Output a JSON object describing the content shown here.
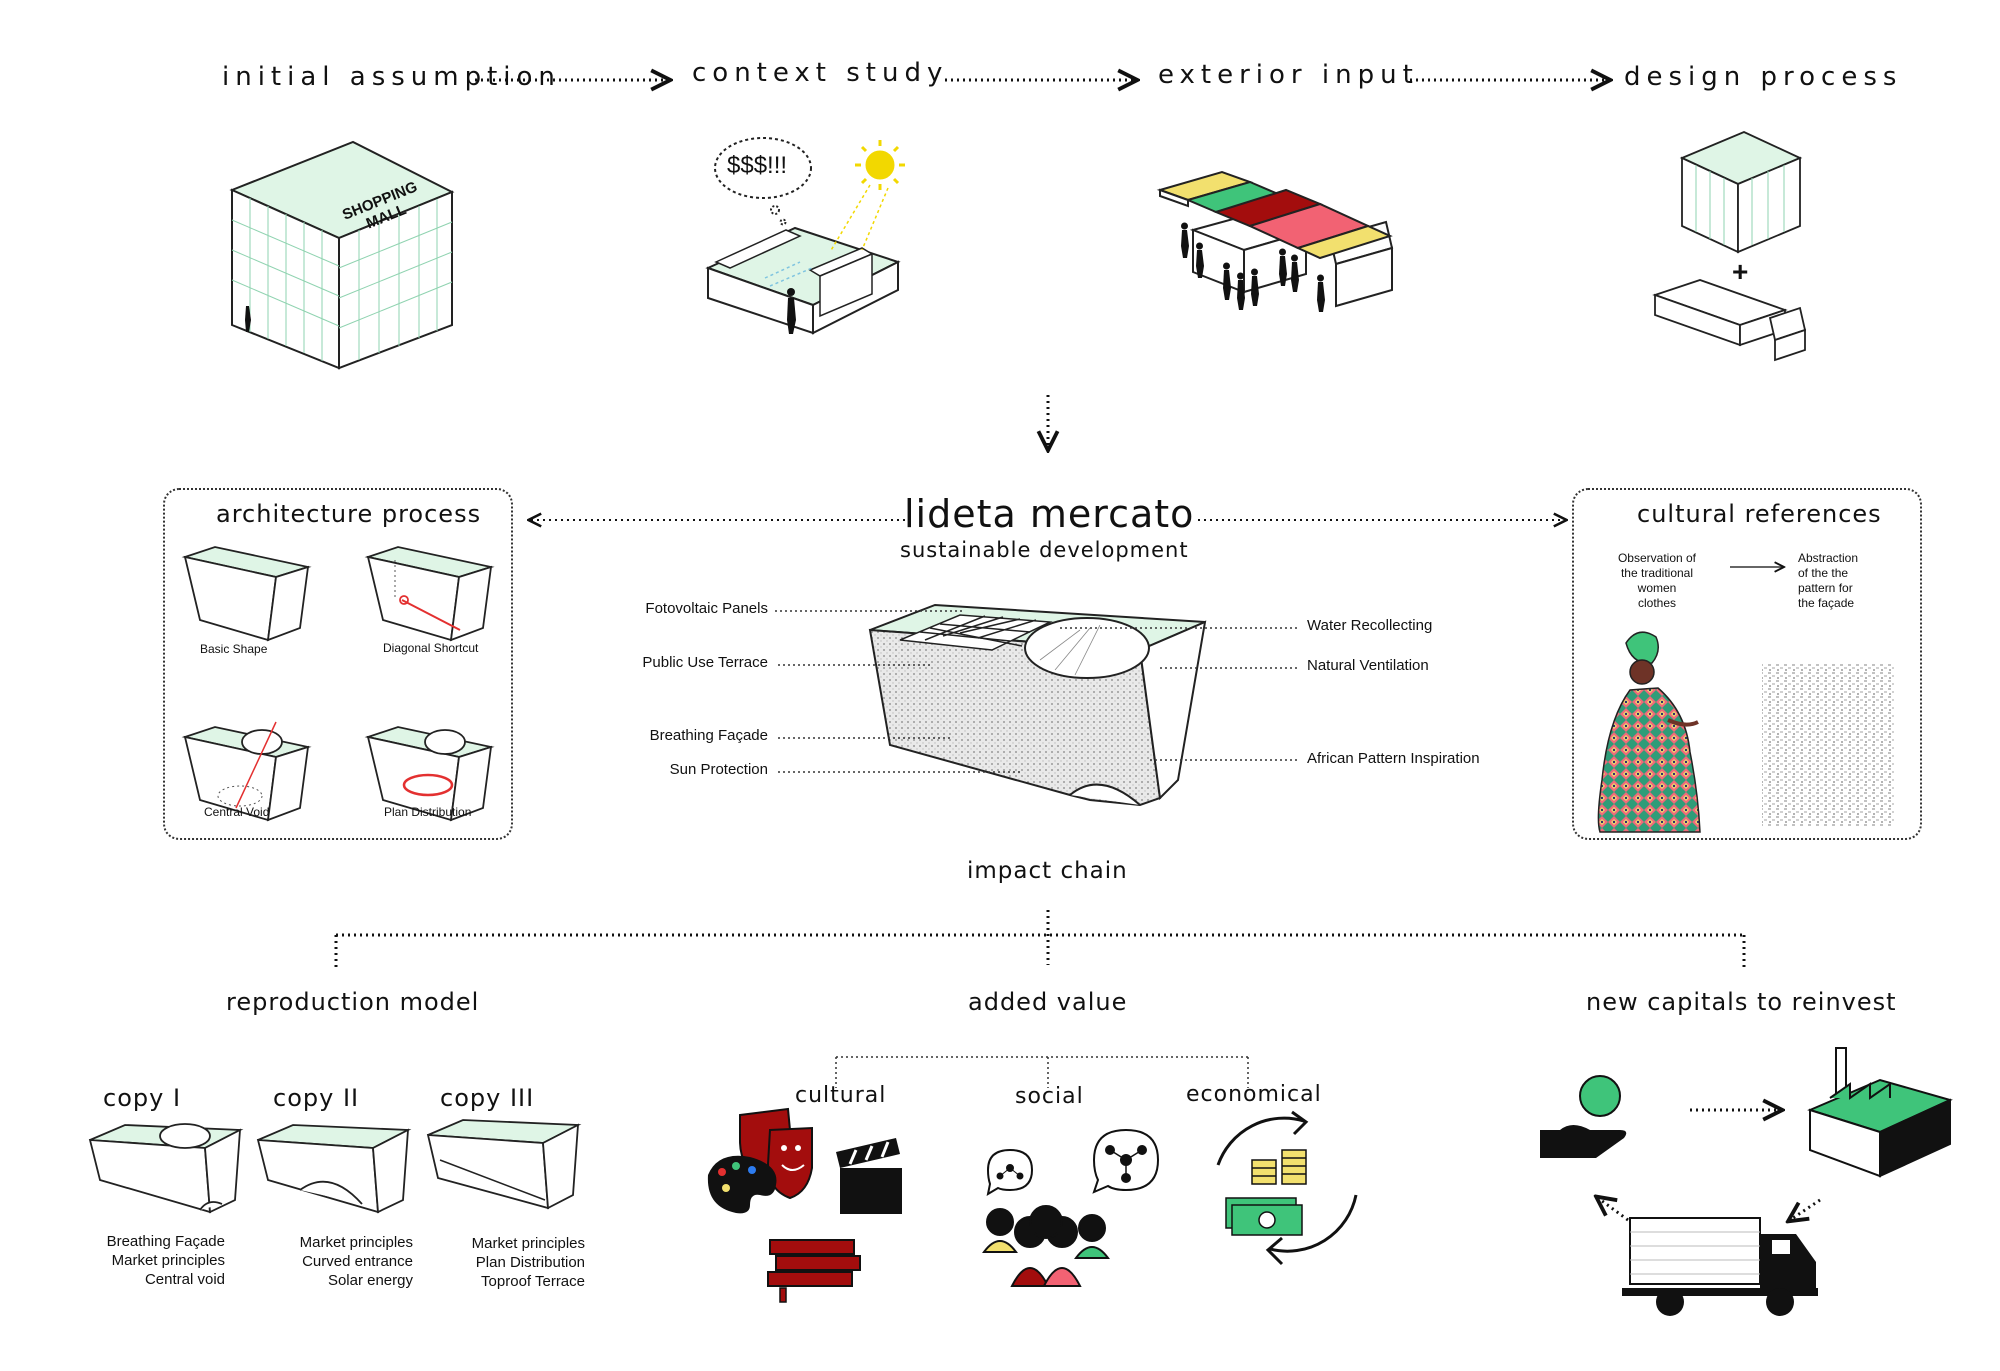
{
  "process": {
    "stages": [
      "initial assumption",
      "context study",
      "exterior input",
      "design process"
    ],
    "mall_sign": [
      "SHOPPING",
      "MALL"
    ],
    "money_bubble": "$$$!!!",
    "plus": "+"
  },
  "architecture_process": {
    "title": "architecture process",
    "steps": [
      "Basic Shape",
      "Diagonal Shortcut",
      "Central Void",
      "Plan Distribution"
    ]
  },
  "project": {
    "title": "lideta mercato",
    "subtitle": "sustainable development",
    "left_labels": [
      "Fotovoltaic Panels",
      "Public Use Terrace",
      "Breathing Façade",
      "Sun Protection"
    ],
    "right_labels": [
      "Water Recollecting",
      "Natural Ventilation",
      "African Pattern Inspiration"
    ]
  },
  "cultural_references": {
    "title": "cultural references",
    "observation": [
      "Observation of",
      "the traditional",
      "women",
      "clothes"
    ],
    "abstraction": [
      "Abstraction",
      "of the the",
      "pattern for",
      "the façade"
    ]
  },
  "impact_chain": {
    "title": "impact chain",
    "branches": [
      "reproduction model",
      "added value",
      "new capitals to reinvest"
    ]
  },
  "reproduction_model": {
    "copies": [
      {
        "title": "copy I",
        "lines": [
          "Breathing Façade",
          "Market principles",
          "Central void"
        ]
      },
      {
        "title": "copy II",
        "lines": [
          "Market principles",
          "Curved entrance",
          "Solar energy"
        ]
      },
      {
        "title": "copy III",
        "lines": [
          "Market principles",
          "Plan Distribution",
          "Toproof Terrace"
        ]
      }
    ]
  },
  "added_value": {
    "categories": [
      "cultural",
      "social",
      "economical"
    ]
  },
  "colors": {
    "mint": "#dff5e6",
    "green": "#3fc47a",
    "dark_red": "#a30d0d",
    "pink": "#f26273",
    "yellow": "#f2e06e",
    "red_stroke": "#e33030",
    "sun": "#f2d800"
  }
}
